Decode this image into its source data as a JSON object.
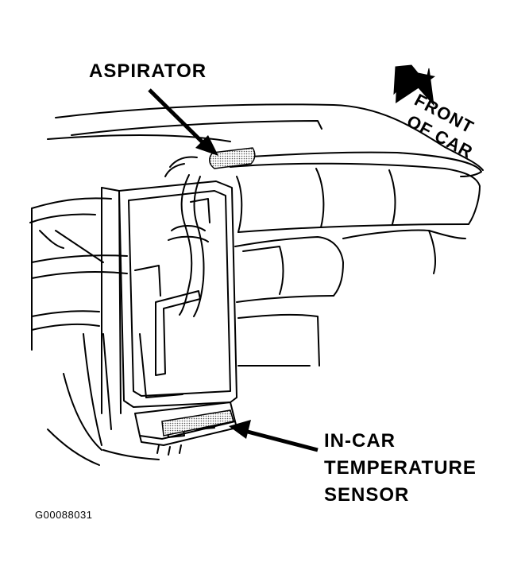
{
  "labels": {
    "aspirator": "ASPIRATOR",
    "in_car_sensor": [
      "IN-CAR",
      "TEMPERATURE",
      "SENSOR"
    ],
    "front_of_car": [
      "FRONT",
      "OF CAR"
    ],
    "figure_code": "G00088031"
  },
  "colors": {
    "ink": "#000000",
    "paper": "#ffffff",
    "stipple": "#9a9a9a"
  }
}
